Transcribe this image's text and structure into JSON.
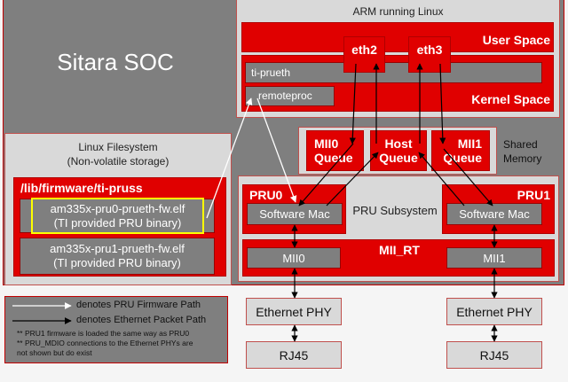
{
  "soc": {
    "title": "Sitara SOC"
  },
  "arm": {
    "title": "ARM running Linux",
    "user_space": "User Space",
    "kernel_space": "Kernel Space",
    "ti_prueth": "ti-prueth",
    "remoteproc": "remoteproc",
    "eth2": "eth2",
    "eth3": "eth3"
  },
  "shared_memory": {
    "label_line1": "Shared",
    "label_line2": "Memory",
    "queues": [
      {
        "line1": "MII0",
        "line2": "Queue"
      },
      {
        "line1": "Host",
        "line2": "Queue"
      },
      {
        "line1": "MII1",
        "line2": "Queue"
      }
    ]
  },
  "filesystem": {
    "title_line1": "Linux Filesystem",
    "title_line2": "(Non-volatile storage)",
    "folder": "/lib/firmware/ti-pruss",
    "files": [
      {
        "name": "am335x-pru0-prueth-fw.elf",
        "desc": "(TI provided PRU binary)",
        "highlighted": true
      },
      {
        "name": "am335x-pru1-prueth-fw.elf",
        "desc": "(TI provided PRU binary)",
        "highlighted": false
      }
    ]
  },
  "pru_subsystem": {
    "title": "PRU Subsystem",
    "pru0": {
      "label": "PRU0",
      "mac": "Software Mac"
    },
    "pru1": {
      "label": "PRU1",
      "mac": "Software Mac"
    },
    "mii_rt": {
      "label": "MII_RT",
      "mii0": "MII0",
      "mii1": "MII1"
    }
  },
  "phys": [
    {
      "phy": "Ethernet PHY",
      "connector": "RJ45"
    },
    {
      "phy": "Ethernet PHY",
      "connector": "RJ45"
    }
  ],
  "legend": {
    "white_arrow": "denotes PRU Firmware Path",
    "black_arrow": "denotes Ethernet Packet Path",
    "note1": "** PRU1 firmware is loaded the same way as PRU0",
    "note2": "** PRU_MDIO connections to the Ethernet PHYs are",
    "note3": "not shown but do exist"
  },
  "colors": {
    "accent_red": "#e00000",
    "highlight_yellow": "#ffff00",
    "panel_grey": "#7f7f7f",
    "panel_light": "#d9d9d9"
  }
}
